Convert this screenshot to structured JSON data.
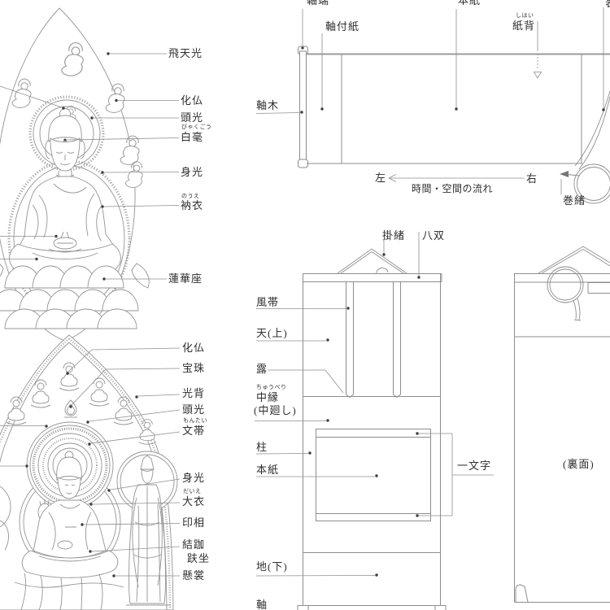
{
  "palette": {
    "background": "#ffffff",
    "line": "#8d8d8d",
    "text": "#2f2f2f"
  },
  "seated_buddha": {
    "hitenko": "飛天光",
    "kebutsu": "化仏",
    "zuko": "頭光",
    "byakugo_ruby": "びゃくごう",
    "byakugo": "白毫",
    "shinko": "身光",
    "noue_ruby": "のうえ",
    "noue": "衲衣",
    "rengeza": "蓮華座"
  },
  "triad_buddha": {
    "kebutsu": "化仏",
    "hoju": "宝珠",
    "kohai": "光背",
    "zuko": "頭光",
    "montai_ruby": "もんたい",
    "montai": "文帯",
    "shinko": "身光",
    "daie_ruby": "だいえ",
    "daie": "大衣",
    "inso": "印相",
    "kekka": "結跏",
    "fuza": "趺坐",
    "kensho": "懸裳"
  },
  "handscroll": {
    "jikutan": "軸端",
    "jikutsukegami": "軸付紙",
    "honshi": "本紙",
    "shihai_ruby": "しはい",
    "shihai": "紙背",
    "jikugi": "軸木",
    "left": "左",
    "flow": "時間・空間の流れ",
    "right": "右",
    "makio": "巻緒",
    "clipped_label": "表"
  },
  "hanging_scroll": {
    "kakeo": "掛緒",
    "hasso": "八双",
    "futai": "風帯",
    "ten": "天(上)",
    "tsuyu": "露",
    "chuberi_ruby": "ちゅうべり",
    "chuen": "中縁",
    "chumawashi": "(中廻し)",
    "hashira": "柱",
    "honshi": "本紙",
    "ichimonji": "一文字",
    "chi": "地(下)",
    "jiku": "軸",
    "uramen": "(裏面)"
  }
}
